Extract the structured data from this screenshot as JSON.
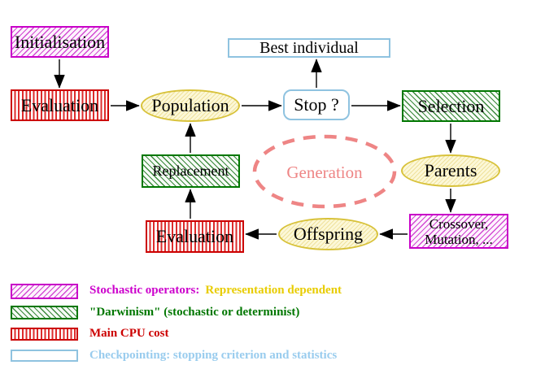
{
  "diagram": {
    "nodes": {
      "initialisation": {
        "label": "Initialisation",
        "style": "magenta-hatch"
      },
      "evaluation_top": {
        "label": "Evaluation",
        "style": "red-stripes"
      },
      "population": {
        "label": "Population",
        "style": "yellow-hatch"
      },
      "best_individual": {
        "label": "Best individual",
        "style": "cyan-lines"
      },
      "stop": {
        "label": "Stop ?",
        "style": "cyan-lines"
      },
      "selection": {
        "label": "Selection",
        "style": "green-hatch"
      },
      "parents": {
        "label": "Parents",
        "style": "yellow-hatch"
      },
      "crossover_mutation": {
        "line1": "Crossover,",
        "line2": "Mutation, ...",
        "style": "magenta-hatch"
      },
      "offspring": {
        "label": "Offspring",
        "style": "yellow-hatch"
      },
      "evaluation_bottom": {
        "label": "Evaluation",
        "style": "red-stripes"
      },
      "replacement": {
        "label": "Replacement",
        "style": "green-hatch"
      },
      "generation": {
        "label": "Generation",
        "style": "dashed-salmon-ellipse"
      }
    },
    "colors": {
      "magenta": "#cc00cc",
      "red": "#cc0000",
      "green": "#007700",
      "cyan": "#99ccee",
      "yellow_border": "#d8c23a",
      "gold_text": "#e8cc00",
      "salmon": "#ee8585",
      "arrow": "#000000"
    }
  },
  "legend": {
    "items": [
      {
        "swatch": "magenta-hatch",
        "text": "Stochastic operators:",
        "text2": "Representation dependent"
      },
      {
        "swatch": "green-hatch",
        "text": "\"Darwinism\" (stochastic or determinist)"
      },
      {
        "swatch": "red-stripes",
        "text": "Main CPU cost"
      },
      {
        "swatch": "cyan-lines",
        "text": "Checkpointing: stopping criterion and statistics"
      }
    ]
  }
}
